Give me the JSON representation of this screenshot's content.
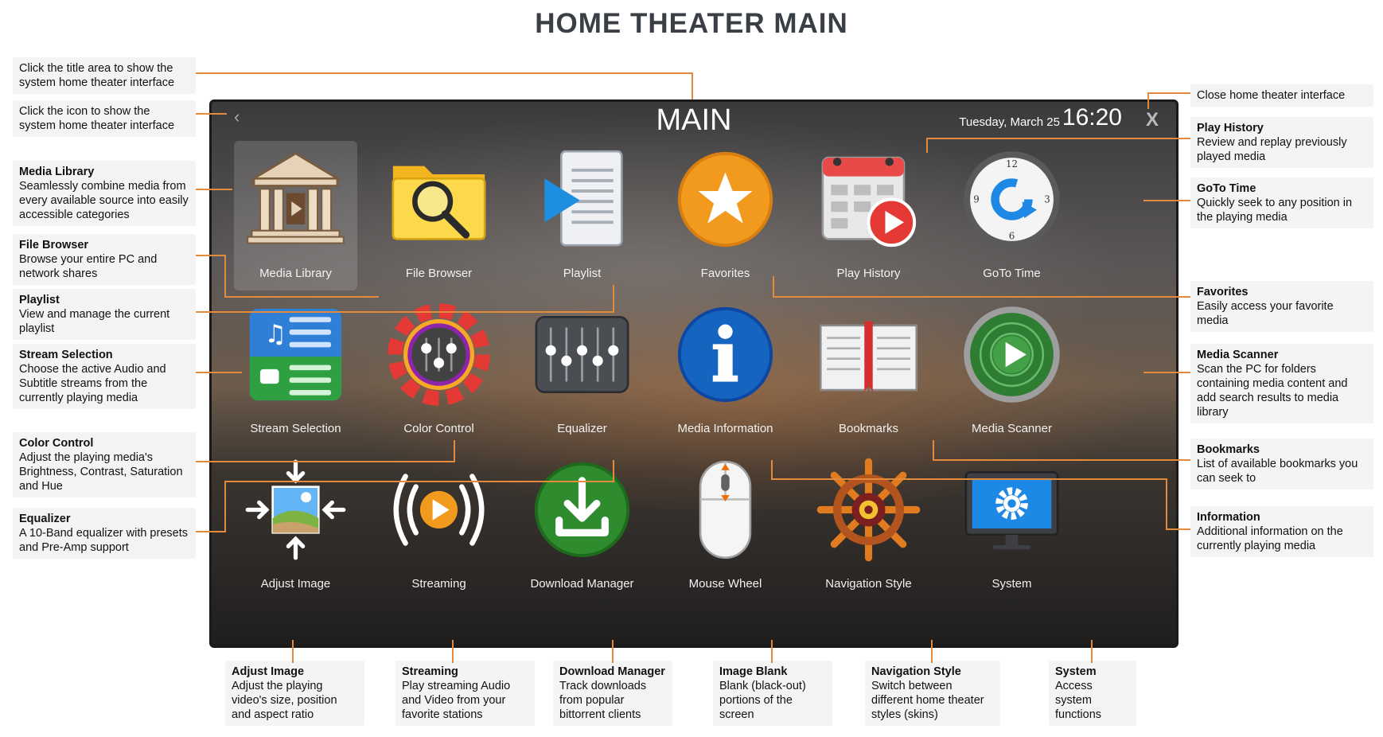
{
  "page_title": "HOME THEATER MAIN",
  "screen": {
    "title": "MAIN",
    "date": "Tuesday, March 25",
    "time": "16:20",
    "back_symbol": "‹",
    "close_symbol": "X"
  },
  "tiles": [
    {
      "label": "Media Library",
      "icon": "media-library-icon"
    },
    {
      "label": "File Browser",
      "icon": "file-browser-icon"
    },
    {
      "label": "Playlist",
      "icon": "playlist-icon"
    },
    {
      "label": "Favorites",
      "icon": "favorites-icon"
    },
    {
      "label": "Play History",
      "icon": "play-history-icon"
    },
    {
      "label": "GoTo Time",
      "icon": "goto-time-icon"
    },
    {
      "label": "Stream Selection",
      "icon": "stream-selection-icon"
    },
    {
      "label": "Color Control",
      "icon": "color-control-icon"
    },
    {
      "label": "Equalizer",
      "icon": "equalizer-icon"
    },
    {
      "label": "Media Information",
      "icon": "media-information-icon"
    },
    {
      "label": "Bookmarks",
      "icon": "bookmarks-icon"
    },
    {
      "label": "Media Scanner",
      "icon": "media-scanner-icon"
    },
    {
      "label": "Adjust Image",
      "icon": "adjust-image-icon"
    },
    {
      "label": "Streaming",
      "icon": "streaming-icon"
    },
    {
      "label": "Download Manager",
      "icon": "download-manager-icon"
    },
    {
      "label": "Mouse Wheel",
      "icon": "mouse-wheel-icon"
    },
    {
      "label": "Navigation Style",
      "icon": "navigation-style-icon"
    },
    {
      "label": "System",
      "icon": "system-icon"
    }
  ],
  "clock_numbers": {
    "n12": "12",
    "n3": "3",
    "n6": "6",
    "n9": "9"
  },
  "notes": {
    "title_area": {
      "text": "Click the title area to show the system home theater interface"
    },
    "icon_area": {
      "text": "Click the icon to show the system home theater interface"
    },
    "media_library": {
      "title": "Media Library",
      "text": "Seamlessly combine media from every available source into easily accessible categories"
    },
    "file_browser": {
      "title": "File Browser",
      "text": "Browse your entire PC and network shares"
    },
    "playlist": {
      "title": "Playlist",
      "text": "View and manage the current playlist"
    },
    "stream_selection": {
      "title": "Stream Selection",
      "text": "Choose the active Audio and Subtitle streams from the currently playing media"
    },
    "color_control": {
      "title": "Color Control",
      "text": "Adjust the playing media's Brightness, Contrast, Saturation and Hue"
    },
    "equalizer": {
      "title": "Equalizer",
      "text": "A 10-Band equalizer with presets and Pre-Amp support"
    },
    "close": {
      "text": "Close home theater interface"
    },
    "play_history": {
      "title": "Play History",
      "text": "Review and replay previously played media"
    },
    "goto_time": {
      "title": "GoTo Time",
      "text": "Quickly seek to any position in the playing media"
    },
    "favorites": {
      "title": "Favorites",
      "text": "Easily access your favorite media"
    },
    "media_scanner": {
      "title": "Media Scanner",
      "text": "Scan the PC for folders containing media content and add search results to media library"
    },
    "bookmarks": {
      "title": "Bookmarks",
      "text": "List of available bookmarks you can seek to"
    },
    "information": {
      "title": "Information",
      "text": "Additional information on the currently playing media"
    },
    "adjust_image": {
      "title": "Adjust Image",
      "text": "Adjust the playing video's size, position and aspect ratio"
    },
    "streaming": {
      "title": "Streaming",
      "text": "Play streaming Audio and Video from your favorite stations"
    },
    "download_manager": {
      "title": "Download Manager",
      "text": "Track downloads from popular bittorrent clients"
    },
    "image_blank": {
      "title": "Image Blank",
      "text": "Blank (black-out) portions of the screen"
    },
    "navigation_style": {
      "title": "Navigation Style",
      "text": "Switch between different home theater styles (skins)"
    },
    "system": {
      "title": "System",
      "text": "Access system functions"
    }
  },
  "colors": {
    "connector": "#e48a3c",
    "panel_border": "#1a1a1a",
    "title": "#3a3f45"
  }
}
